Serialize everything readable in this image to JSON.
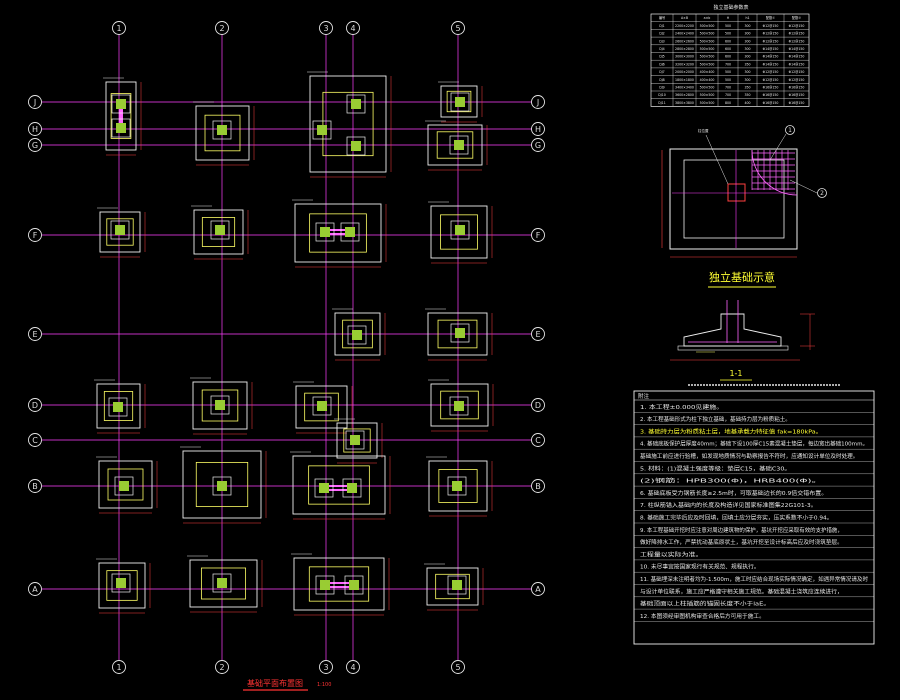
{
  "drawing": {
    "plan_title": "基础平面布置图",
    "plan_scale": "1:100",
    "detail_title": "独立基础示意",
    "section_mark": "1-1",
    "foundation_table_title": "独立基础参数表"
  },
  "axes": {
    "columns": [
      "1",
      "2",
      "3",
      "4",
      "5"
    ],
    "rows": [
      "J",
      "H",
      "G",
      "F",
      "E",
      "D",
      "C",
      "B",
      "A"
    ]
  },
  "notes": {
    "header": "附注",
    "lines": [
      "1. 本工程±0.000见建施。",
      "2. 本工程基础形式为柱下独立基础，基础持力层为粉质粘土。",
      "3. 基础持力层为粉质粘土层，地基承载力特征值 fak=180kPa。",
      "4. 基础底板保护层厚度40mm；基础下设100厚C15素混凝土垫层，每边宽出基础100mm。",
      "   基础施工前应进行验槽，如发现地质情况与勘察报告不符时，应通知设计单位及时处理。",
      "5. 材料：(1)混凝土强度等级：垫层C15，基础C30。",
      "         (2)钢筋：HPB300(Φ)，HRB400(Φ)。",
      "6. 基础底板受力钢筋长度≥2.5m时，可取基础边长的0.9倍交错布置。",
      "7. 柱纵筋锚入基础内的长度及构造详见国家标准图集22G101-3。",
      "8. 基础施工完毕后应及时回填，回填土应分层夯实，压实系数不小于0.94。",
      "9. 本工程基础开挖时应注意对周边建筑物的保护，基坑开挖应采取有效的支护措施，",
      "   做好降排水工作，严禁扰动基底原状土，基坑开挖至设计标高后应及时浇筑垫层。",
      "   工程量以实际为准。",
      "10. 未尽事宜按国家现行有关规范、规程执行。",
      "11. 基础埋深未注明者均为-1.500m，施工时应结合现场实际情况确定，如遇异常情况请及时",
      "    与设计单位联系，施工应严格遵守相关施工规范。基础混凝土浇筑应连续进行，",
      "    基础顶面以上柱插筋的锚固长度不小于laE。",
      "12. 本图须经审图机构审查合格后方可用于施工。"
    ]
  },
  "foundation_table": {
    "headers": [
      "编号",
      "A×B",
      "a×b",
      "H",
      "h1",
      "配筋①",
      "配筋②"
    ],
    "rows": [
      [
        "DJ1",
        "2200×2200",
        "500×500",
        "500",
        "300",
        "Φ12@150",
        "Φ12@150"
      ],
      [
        "DJ2",
        "2400×2400",
        "500×500",
        "500",
        "300",
        "Φ12@150",
        "Φ12@150"
      ],
      [
        "DJ3",
        "2600×2600",
        "500×500",
        "600",
        "300",
        "Φ12@150",
        "Φ12@150"
      ],
      [
        "DJ4",
        "2800×2800",
        "500×500",
        "600",
        "300",
        "Φ14@150",
        "Φ14@150"
      ],
      [
        "DJ5",
        "3000×3000",
        "500×500",
        "600",
        "300",
        "Φ14@150",
        "Φ14@150"
      ],
      [
        "DJ6",
        "3200×3200",
        "500×500",
        "700",
        "350",
        "Φ14@150",
        "Φ14@150"
      ],
      [
        "DJ7",
        "2000×2000",
        "400×400",
        "500",
        "300",
        "Φ12@150",
        "Φ12@150"
      ],
      [
        "DJ8",
        "1800×1800",
        "400×400",
        "500",
        "300",
        "Φ12@150",
        "Φ12@150"
      ],
      [
        "DJ9",
        "3400×3400",
        "500×500",
        "700",
        "350",
        "Φ16@150",
        "Φ16@150"
      ],
      [
        "DJ10",
        "3600×2800",
        "500×500",
        "700",
        "350",
        "Φ16@150",
        "Φ16@150"
      ],
      [
        "DJ11",
        "3800×3800",
        "500×500",
        "800",
        "400",
        "Φ16@150",
        "Φ16@150"
      ]
    ]
  },
  "colors": {
    "grid_line": "#ff3fff",
    "grid_bubble": "#e6e6e6",
    "footing_outer": "#f0f0f0",
    "footing_inner": "#ffff66",
    "column_fill": "#99cc33",
    "dimension": "#ff4040",
    "rebar": "#ff66ff",
    "text_red": "#ff3333",
    "text_yellow": "#ffff33",
    "text_white": "#e8e8e8",
    "highlight_magenta": "#ff66ff"
  }
}
